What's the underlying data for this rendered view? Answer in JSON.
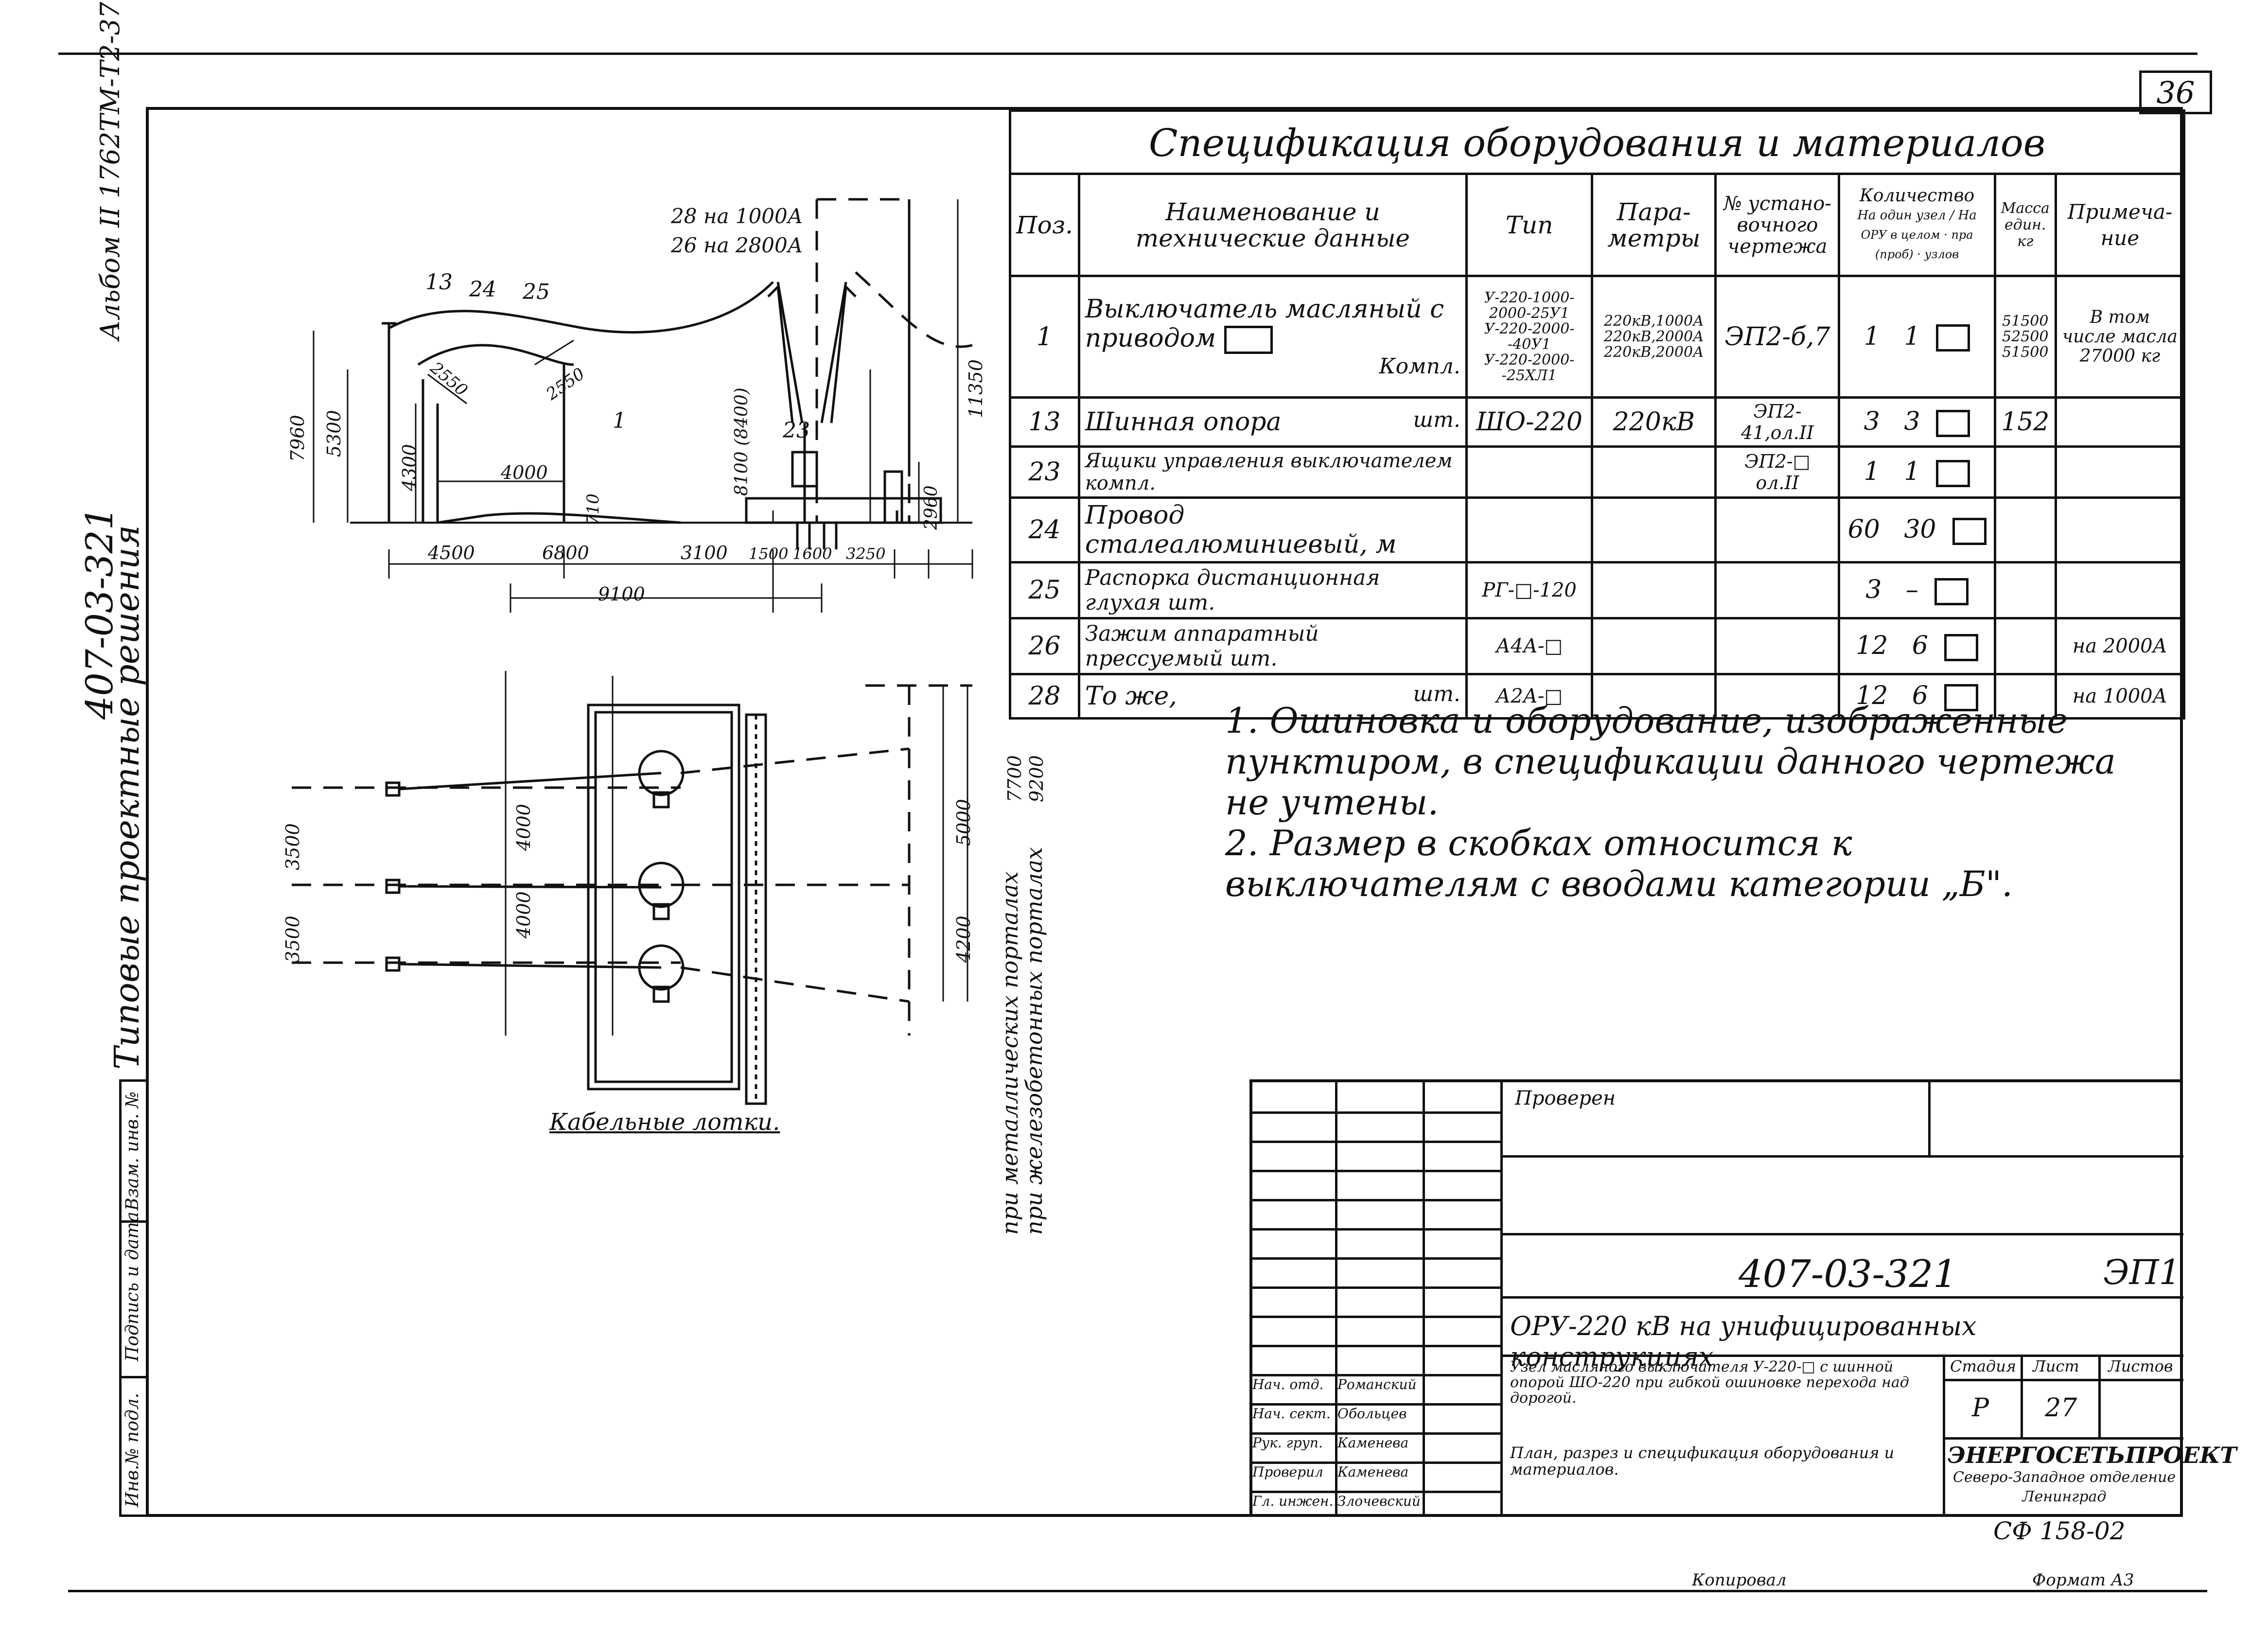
{
  "sheet_number": "36",
  "side": {
    "series": "407-03-321",
    "album": "Альбом II 1762ТМ-Т2-37",
    "typical": "Типовые проектные решения",
    "stamp_cols": [
      "Инв.№ подл.",
      "Подпись и дата",
      "Взам. инв. №"
    ]
  },
  "spec": {
    "title": "Спецификация оборудования и материалов",
    "headers": {
      "pos": "Поз.",
      "name": "Наименование и технические данные",
      "type": "Тип",
      "params": "Пара-метры",
      "drawing": "№ устано-вочного чертежа",
      "qty": "Количество",
      "qty_sub1": "На один узел",
      "qty_sub2": "На",
      "qty_ory": "ОРУ в целом",
      "qty_pra": "пра (проб)",
      "qty_uzlov": "узлов",
      "mass": "Масса един. кг",
      "note": "Примеча-ние"
    },
    "rows": [
      {
        "pos": "1",
        "name": "Выключатель масляный с приводом",
        "name_extra": "Компл.",
        "types": [
          "У-220-1000-2000-25У1",
          "У-220-2000--40У1",
          "У-220-2000--25ХЛ1"
        ],
        "params": [
          "220кВ,1000А",
          "220кВ,2000А",
          "220кВ,2000А"
        ],
        "drawing": "ЭП2-б,7",
        "q1": "1",
        "q2": "1",
        "mass": [
          "51500",
          "52500",
          "51500"
        ],
        "note": "В том числе масла 27000 кг"
      },
      {
        "pos": "13",
        "name": "Шинная опора",
        "unit": "шт.",
        "type": "ШО-220",
        "params": "220кВ",
        "drawing": "ЭП2-41,ол.II",
        "q1": "3",
        "q2": "3",
        "mass": "152",
        "note": ""
      },
      {
        "pos": "23",
        "name": "Ящики управления выключателем",
        "unit": "компл.",
        "type": "",
        "params": "",
        "drawing": "ЭП2-□ ол.II",
        "q1": "1",
        "q2": "1",
        "mass": "",
        "note": ""
      },
      {
        "pos": "24",
        "name": "Провод сталеалюминиевый, м",
        "unit": "",
        "type": "",
        "params": "",
        "drawing": "",
        "q1": "60",
        "q2": "30",
        "mass": "",
        "note": ""
      },
      {
        "pos": "25",
        "name": "Распорка дистанционная глухая",
        "unit": "шт.",
        "type": "РГ-□-120",
        "params": "",
        "drawing": "",
        "q1": "3",
        "q2": "–",
        "mass": "",
        "note": ""
      },
      {
        "pos": "26",
        "name": "Зажим аппаратный прессуемый",
        "unit": "шт.",
        "type": "А4А-□",
        "params": "",
        "drawing": "",
        "q1": "12",
        "q2": "6",
        "mass": "",
        "note": "на 2000А"
      },
      {
        "pos": "28",
        "name": "То же,",
        "unit": "шт.",
        "type": "А2А-□",
        "params": "",
        "drawing": "",
        "q1": "12",
        "q2": "6",
        "mass": "",
        "note": "на 1000А"
      }
    ]
  },
  "notes": [
    "1. Ошиновка и оборудование, изображенные пунктиром, в спецификации данного чертежа не учтены.",
    "2. Размер в скобках относится к выключателям с вводами категории „Б\"."
  ],
  "drawing": {
    "labels": {
      "l13": "13",
      "l24": "24",
      "l25": "25",
      "l1": "1",
      "l23": "23",
      "l28": "28",
      "l28n": "на 1000А",
      "l26": "26",
      "l26n": "на 2800А"
    },
    "dims_section": {
      "d7960": "7960",
      "d5300": "5300",
      "d4300": "4300",
      "d4000": "4000",
      "d710": "710",
      "d8100": "8100 (8400)",
      "d2960": "2960",
      "d11350": "11350",
      "d2550a": "2550",
      "d2550b": "2550",
      "b4500": "4500",
      "b6800": "6800",
      "b3100": "3100",
      "b1500": "1500",
      "b1600": "1600",
      "b3250": "3250",
      "b9100": "9100"
    },
    "dims_plan": {
      "p3500a": "3500",
      "p3500b": "3500",
      "p4000a": "4000",
      "p4000b": "4000",
      "p5000": "5000",
      "p4200": "4200",
      "p7700": "7700",
      "p9200": "9200"
    },
    "cable_trays": "Кабельные лотки.",
    "portal_metal": "при металлических порталах",
    "portal_rc": "при железобетонных порталах"
  },
  "title_block": {
    "proekt": "Проверен",
    "code": "407-03-321",
    "sheet_code": "ЭП1",
    "object": "ОРУ-220 кВ на унифицированных конструкциях",
    "desc1": "Узел масляного выключателя У-220-□ с шинной опорой ШО-220 при гибкой ошиновке перехода над дорогой.",
    "desc2": "План, разрез и спецификация оборудования и материалов.",
    "stage_h": "Стадия",
    "sheet_h": "Лист",
    "sheets_h": "Листов",
    "stage": "Р",
    "sheet": "27",
    "sheets": "",
    "org1": "ЭНЕРГОСЕТЬПРОЕКТ",
    "org2": "Северо-Западное отделение",
    "org3": "Ленинград",
    "roles": [
      {
        "role": "Нач. отд.",
        "name": "Романский"
      },
      {
        "role": "Нач. сект.",
        "name": "Обольцев"
      },
      {
        "role": "Рук. груп.",
        "name": "Каменева"
      },
      {
        "role": "Проверил",
        "name": "Каменева"
      },
      {
        "role": "Гл. инжен.",
        "name": "Злочевский"
      }
    ],
    "inv": "СФ 158-02"
  },
  "footer": {
    "copied": "Копировал",
    "format": "Формат А3"
  }
}
